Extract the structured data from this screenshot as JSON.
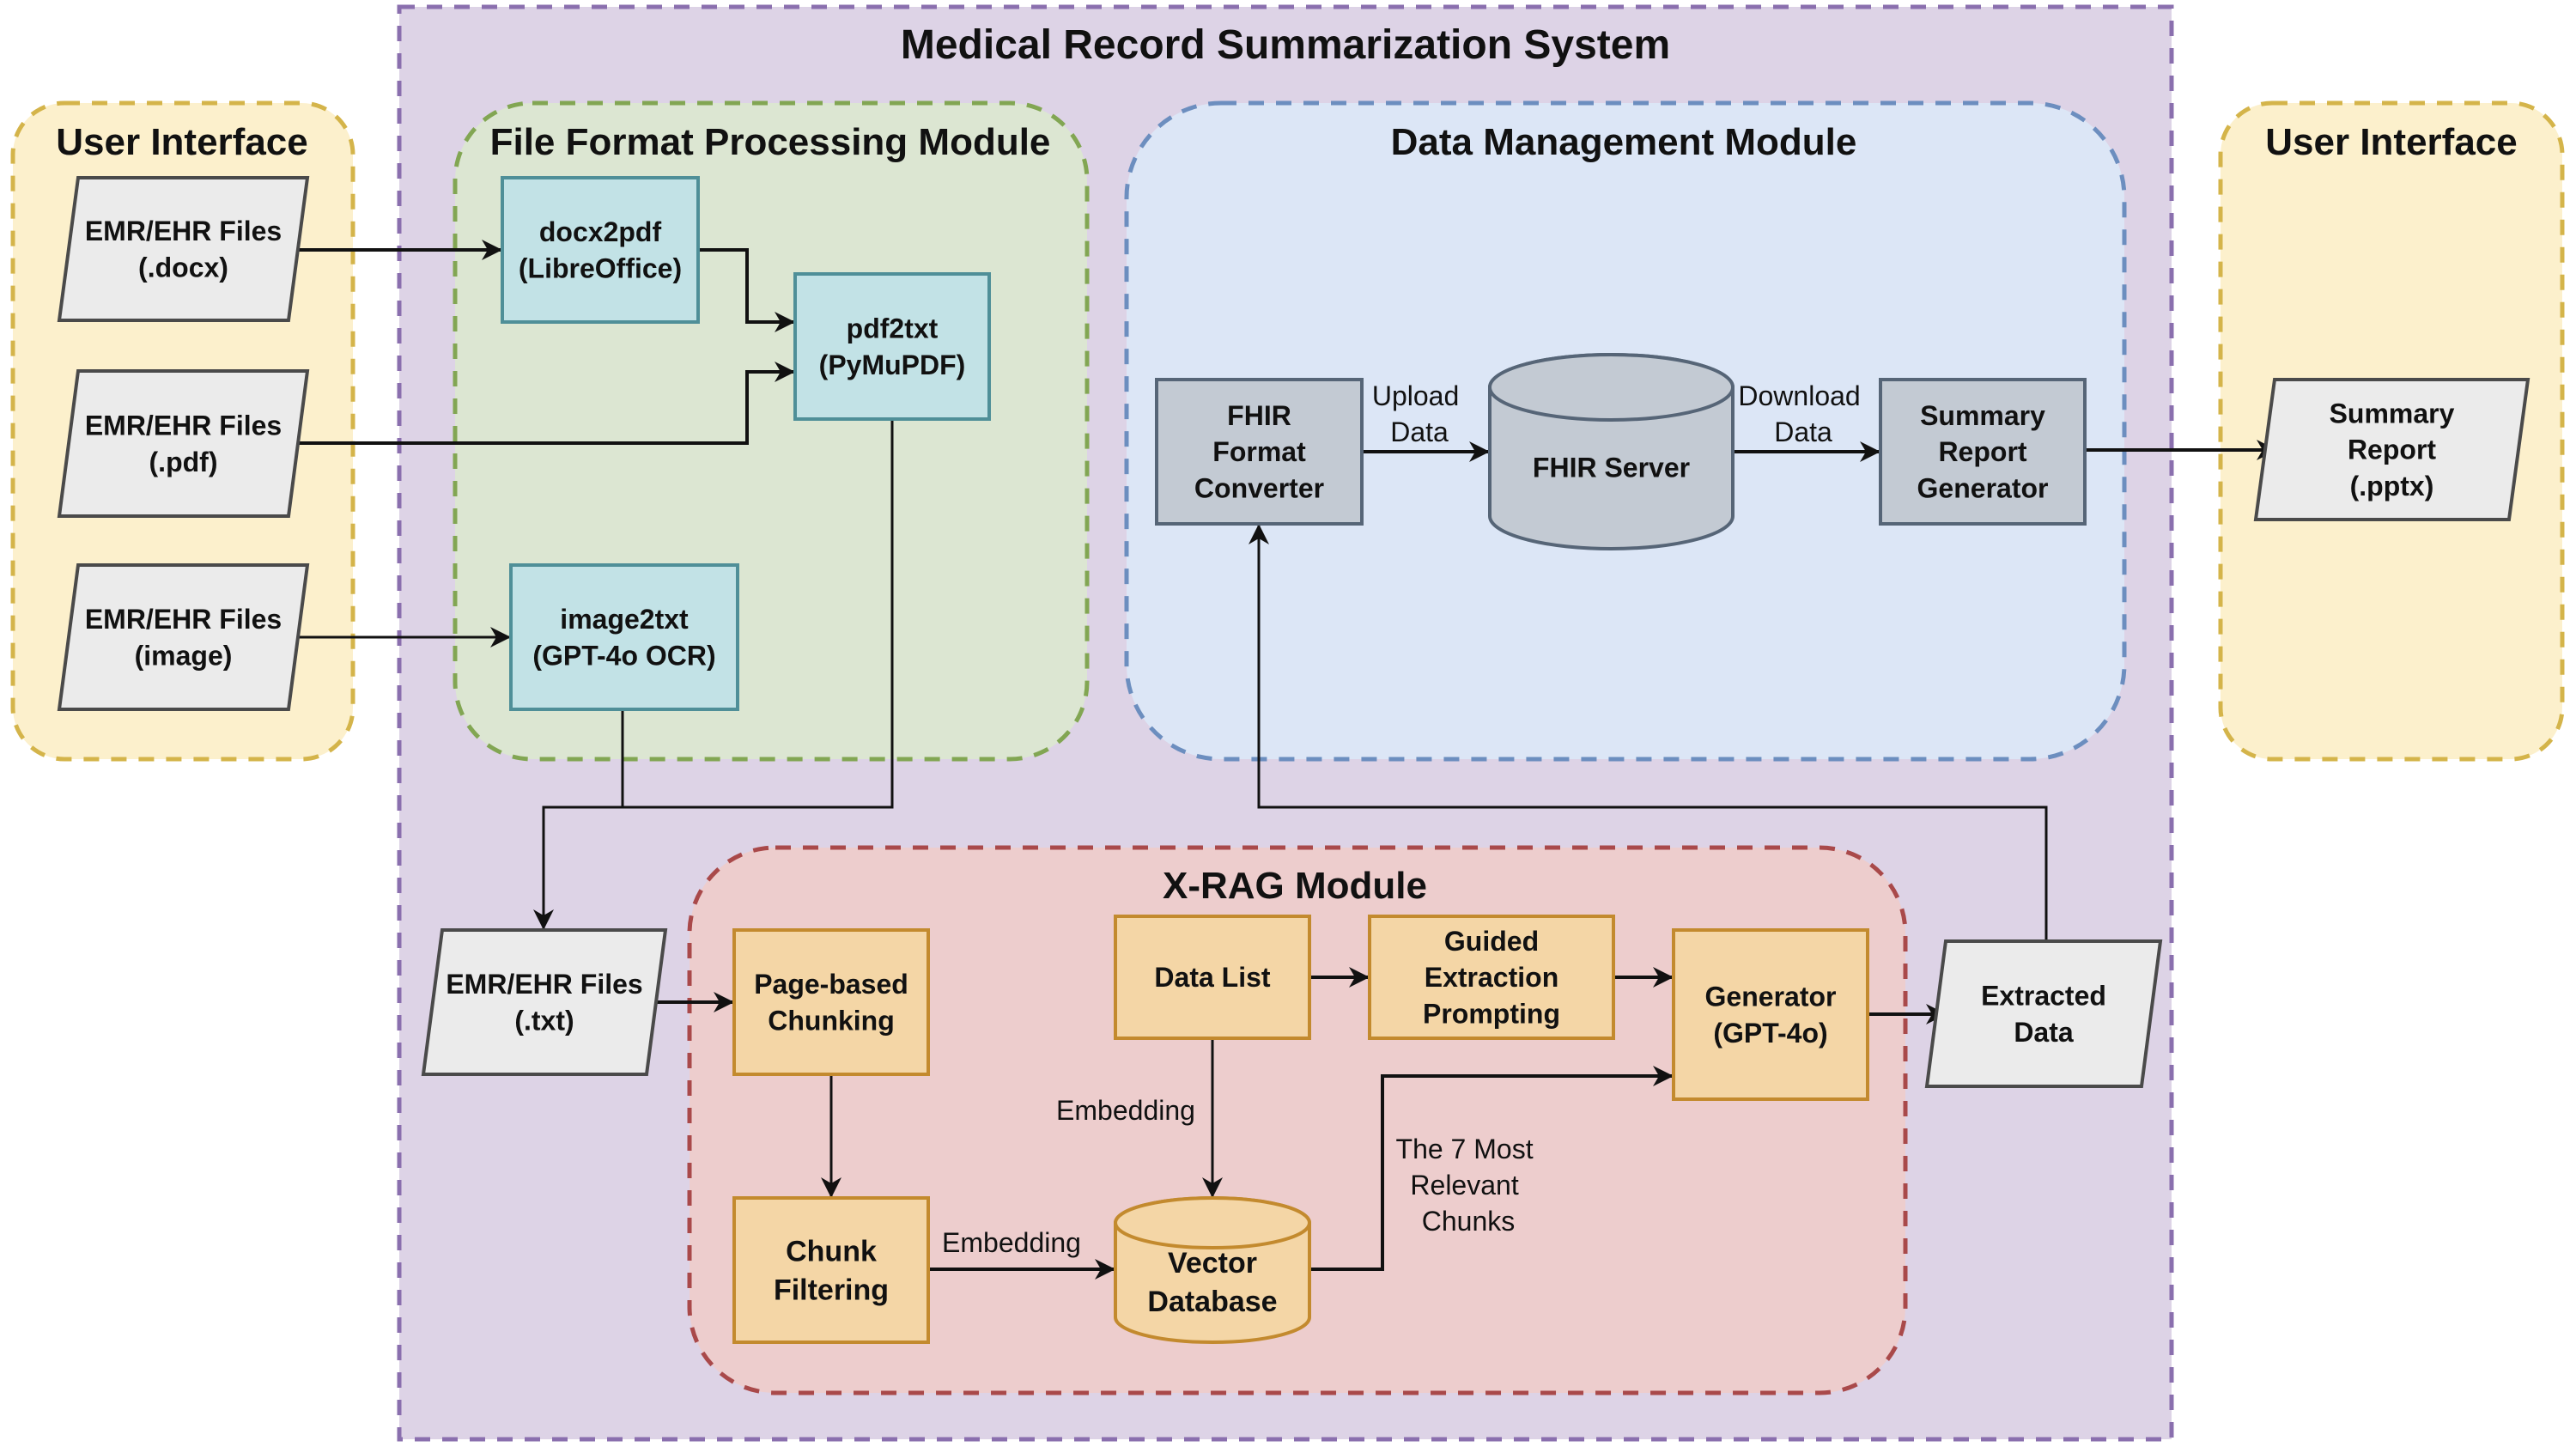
{
  "title": "Medical Record Summarization System",
  "regions": {
    "user_interface_left": {
      "title": "User Interface",
      "fill": "#fcf0cc",
      "stroke": "#d4b44a"
    },
    "system": {
      "title": "Medical Record Summarization System",
      "fill": "#ddd3e6",
      "stroke": "#8a6fae"
    },
    "file_format_processing": {
      "title": "File Format Processing Module",
      "fill": "#dce6d2",
      "stroke": "#82a653"
    },
    "data_management": {
      "title": "Data Management Module",
      "fill": "#dce6f6",
      "stroke": "#6c8ebf"
    },
    "xrag": {
      "title": "X-RAG Module",
      "fill": "#edcdcd",
      "stroke": "#a9494a"
    },
    "user_interface_right": {
      "title": "User Interface",
      "fill": "#fcf0cc",
      "stroke": "#d4b44a"
    }
  },
  "nodes": {
    "emr_docx": {
      "lines": [
        "EMR/EHR Files",
        "(.docx)"
      ],
      "shape": "parallelogram"
    },
    "emr_pdf": {
      "lines": [
        "EMR/EHR Files",
        "(.pdf)"
      ],
      "shape": "parallelogram"
    },
    "emr_image": {
      "lines": [
        "EMR/EHR Files",
        "(image)"
      ],
      "shape": "parallelogram"
    },
    "docx2pdf": {
      "lines": [
        "docx2pdf",
        "(LibreOffice)"
      ],
      "shape": "process"
    },
    "pdf2txt": {
      "lines": [
        "pdf2txt",
        "(PyMuPDF)"
      ],
      "shape": "process"
    },
    "image2txt": {
      "lines": [
        "image2txt",
        "(GPT-4o OCR)"
      ],
      "shape": "process"
    },
    "emr_txt": {
      "lines": [
        "EMR/EHR Files",
        "(.txt)"
      ],
      "shape": "parallelogram"
    },
    "page_chunking": {
      "lines": [
        "Page-based",
        "Chunking"
      ],
      "shape": "process"
    },
    "chunk_filtering": {
      "lines": [
        "Chunk",
        "Filtering"
      ],
      "shape": "process"
    },
    "data_list": {
      "lines": [
        "Data List"
      ],
      "shape": "process"
    },
    "guided_prompting": {
      "lines": [
        "Guided",
        "Extraction",
        "Prompting"
      ],
      "shape": "process"
    },
    "generator": {
      "lines": [
        "Generator",
        "(GPT-4o)"
      ],
      "shape": "process"
    },
    "vector_db": {
      "lines": [
        "Vector",
        "Database"
      ],
      "shape": "cylinder"
    },
    "extracted_data": {
      "lines": [
        "Extracted",
        "Data"
      ],
      "shape": "parallelogram"
    },
    "fhir_converter": {
      "lines": [
        "FHIR",
        "Format",
        "Converter"
      ],
      "shape": "process"
    },
    "fhir_server": {
      "lines": [
        "FHIR Server"
      ],
      "shape": "cylinder"
    },
    "summary_generator": {
      "lines": [
        "Summary",
        "Report",
        "Generator"
      ],
      "shape": "process"
    },
    "summary_report": {
      "lines": [
        "Summary",
        "Report",
        "(.pptx)"
      ],
      "shape": "parallelogram"
    }
  },
  "edge_labels": {
    "upload": [
      "Upload",
      "Data"
    ],
    "download": [
      "Download",
      "Data"
    ],
    "embedding_chunks": [
      "Embedding"
    ],
    "embedding_datalist": [
      "Embedding"
    ],
    "top_chunks": [
      "The 7 Most",
      "Relevant",
      "Chunks"
    ]
  },
  "colors": {
    "process_cyan": {
      "fill": "#c2e2e6",
      "stroke": "#4f8f98"
    },
    "process_orange": {
      "fill": "#f4d6a6",
      "stroke": "#c38a2e"
    },
    "process_gray": {
      "fill": "#c3cad3",
      "stroke": "#566577"
    },
    "io_gray": {
      "fill": "#ebebeb",
      "stroke": "#4a4a4a"
    },
    "arrow": "#111111"
  }
}
